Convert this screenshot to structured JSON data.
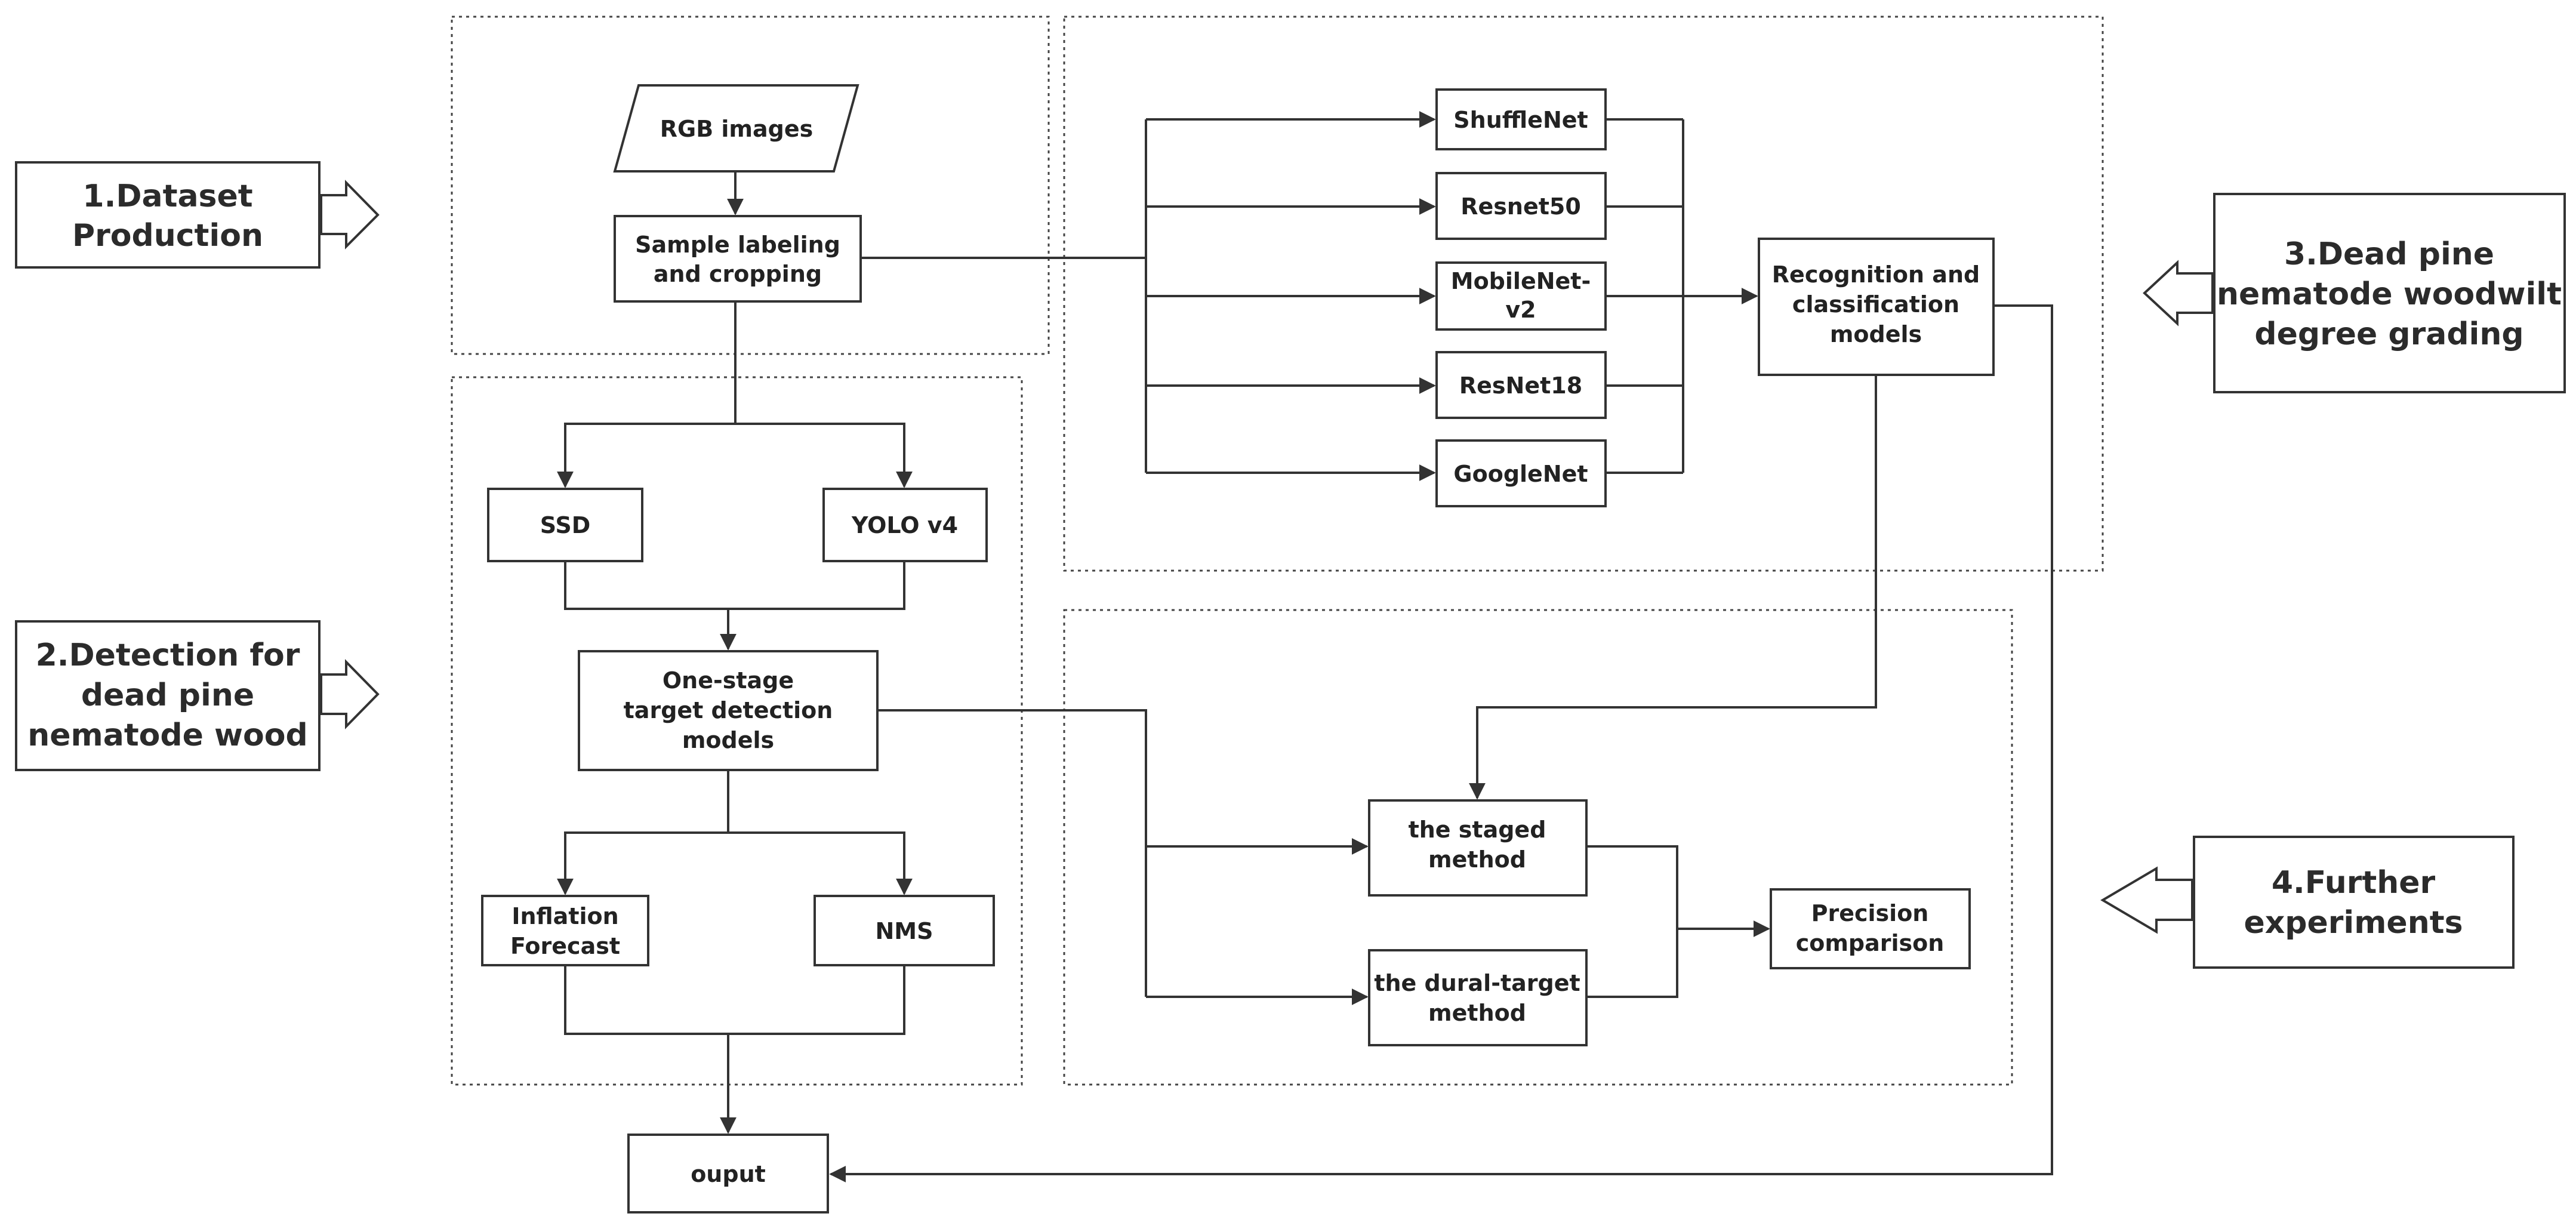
{
  "stages": {
    "dataset": "1.Dataset Production",
    "detection": "2.Detection for dead pine nematode wood",
    "grading": "3.Dead pine nematode woodwilt degree grading",
    "further": "4.Further experiments"
  },
  "nodes": {
    "rgb": "RGB images",
    "labeling": "Sample labeling and cropping",
    "ssd": "SSD",
    "yolo": "YOLO v4",
    "onestage": "One-stage target detection models",
    "inflation": "Inflation Forecast",
    "nms": "NMS",
    "output": "ouput",
    "shufflenet": "ShuffleNet",
    "resnet50": "Resnet50",
    "mobilenet": "MobileNet-v2",
    "resnet18": "ResNet18",
    "googlenet": "GoogleNet",
    "recog": "Recognition and classification models",
    "staged": "the staged method",
    "dural": "the dural-target method",
    "precision": "Precision comparison"
  },
  "colors": {
    "stroke": "#333333",
    "text": "#222222",
    "background": "#ffffff"
  }
}
